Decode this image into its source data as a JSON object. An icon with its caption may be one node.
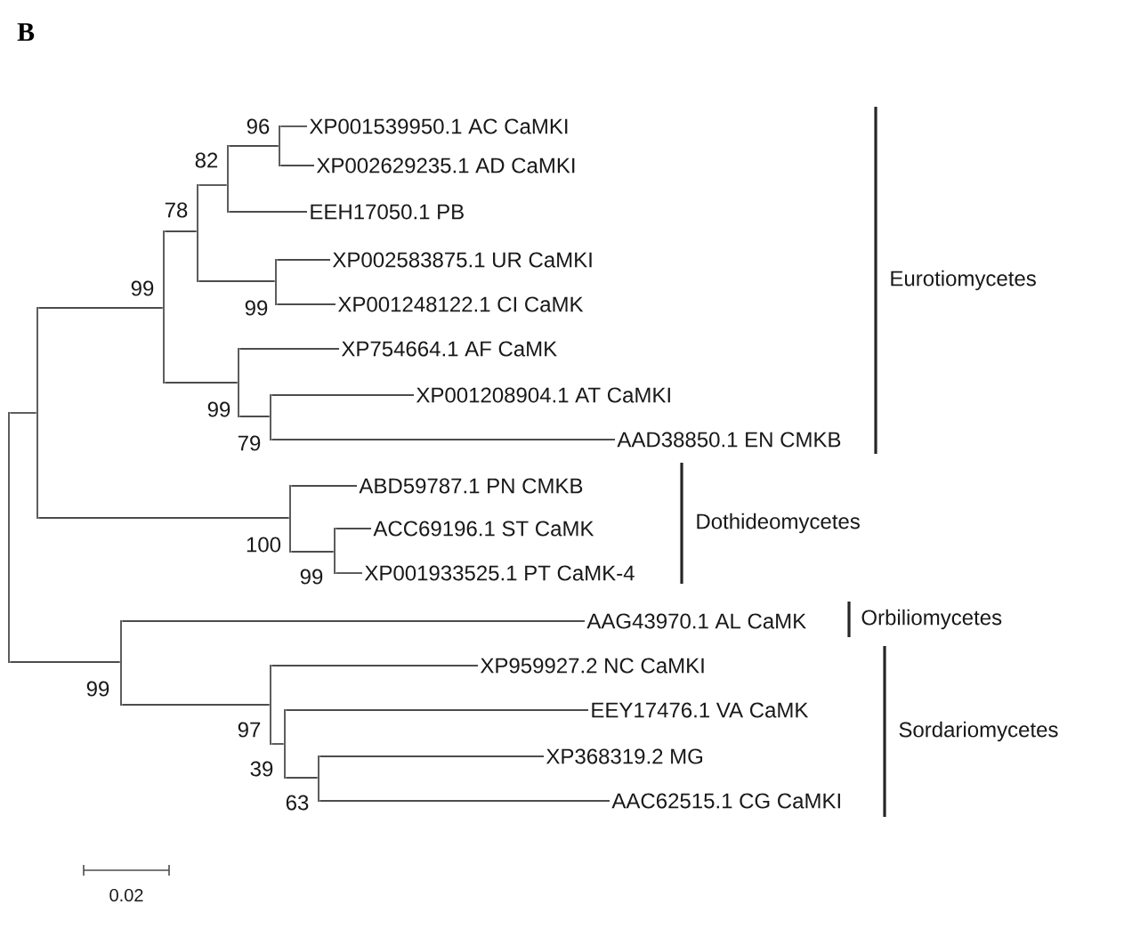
{
  "diagram": {
    "title": "B",
    "nodes": [
      {
        "text": [],
        "shape": "bar"
      },
      {
        "text": [],
        "shape": "bar"
      },
      {
        "text": [],
        "shape": "bar",
        "beside": [
          "99"
        ]
      },
      {
        "text": [],
        "shape": "bar",
        "beside": [
          "78"
        ]
      },
      {
        "text": [],
        "shape": "bar",
        "beside": [
          "82"
        ]
      },
      {
        "text": [],
        "shape": "bar",
        "beside": [
          "96"
        ]
      },
      {
        "text": [
          "XP001539950.1 AC CaMKI"
        ]
      },
      {
        "text": [
          "XP002629235.1 AD CaMKI"
        ]
      },
      {
        "text": [
          "EEH17050.1 PB"
        ]
      },
      {
        "text": [],
        "shape": "bar",
        "beside": [
          "99"
        ]
      },
      {
        "text": [
          "XP002583875.1 UR CaMKI"
        ]
      },
      {
        "text": [
          "XP001248122.1 CI CaMK"
        ]
      },
      {
        "text": [],
        "shape": "bar",
        "beside": [
          "99"
        ]
      },
      {
        "text": [
          "XP754664.1 AF CaMK"
        ]
      },
      {
        "text": [],
        "shape": "bar",
        "beside": [
          "79"
        ]
      },
      {
        "text": [
          "XP001208904.1 AT CaMKI"
        ]
      },
      {
        "text": [
          "AAD38850.1 EN CMKB"
        ]
      },
      {
        "text": [],
        "shape": "bar",
        "beside": [
          "100"
        ]
      },
      {
        "text": [
          "ABD59787.1 PN CMKB"
        ]
      },
      {
        "text": [],
        "shape": "bar",
        "beside": [
          "99"
        ]
      },
      {
        "text": [
          "ACC69196.1 ST CaMK"
        ]
      },
      {
        "text": [
          "XP001933525.1 PT CaMK-4"
        ]
      },
      {
        "text": [],
        "shape": "bar",
        "beside": [
          "99"
        ]
      },
      {
        "text": [
          "AAG43970.1 AL CaMK"
        ]
      },
      {
        "text": [],
        "shape": "bar",
        "beside": [
          "97"
        ]
      },
      {
        "text": [
          "XP959927.2 NC CaMKI"
        ]
      },
      {
        "text": [],
        "shape": "bar",
        "beside": [
          "39"
        ]
      },
      {
        "text": [
          "EEY17476.1 VA CaMK"
        ]
      },
      {
        "text": [],
        "shape": "bar",
        "beside": [
          "63"
        ]
      },
      {
        "text": [
          "XP368319.2 MG"
        ]
      },
      {
        "text": [
          "AAC62515.1 CG CaMKI"
        ]
      }
    ],
    "edges": [
      {
        "from": 0,
        "to": 1,
        "arrow": "none"
      },
      {
        "from": 1,
        "to": 2,
        "arrow": "none"
      },
      {
        "from": 2,
        "to": 3,
        "arrow": "none"
      },
      {
        "from": 3,
        "to": 4,
        "arrow": "none"
      },
      {
        "from": 4,
        "to": 5,
        "arrow": "none"
      },
      {
        "from": 5,
        "to": 6,
        "arrow": "none"
      },
      {
        "from": 5,
        "to": 7,
        "arrow": "none"
      },
      {
        "from": 4,
        "to": 8,
        "arrow": "none"
      },
      {
        "from": 3,
        "to": 9,
        "arrow": "none"
      },
      {
        "from": 9,
        "to": 10,
        "arrow": "none"
      },
      {
        "from": 9,
        "to": 11,
        "arrow": "none"
      },
      {
        "from": 2,
        "to": 12,
        "arrow": "none"
      },
      {
        "from": 12,
        "to": 13,
        "arrow": "none"
      },
      {
        "from": 12,
        "to": 14,
        "arrow": "none"
      },
      {
        "from": 14,
        "to": 15,
        "arrow": "none"
      },
      {
        "from": 14,
        "to": 16,
        "arrow": "none"
      },
      {
        "from": 1,
        "to": 17,
        "arrow": "none"
      },
      {
        "from": 17,
        "to": 18,
        "arrow": "none"
      },
      {
        "from": 17,
        "to": 19,
        "arrow": "none"
      },
      {
        "from": 19,
        "to": 20,
        "arrow": "none"
      },
      {
        "from": 19,
        "to": 21,
        "arrow": "none"
      },
      {
        "from": 0,
        "to": 22,
        "arrow": "none"
      },
      {
        "from": 22,
        "to": 23,
        "arrow": "none"
      },
      {
        "from": 22,
        "to": 24,
        "arrow": "none"
      },
      {
        "from": 24,
        "to": 25,
        "arrow": "none"
      },
      {
        "from": 24,
        "to": 26,
        "arrow": "none"
      },
      {
        "from": 26,
        "to": 27,
        "arrow": "none"
      },
      {
        "from": 26,
        "to": 28,
        "arrow": "none"
      },
      {
        "from": 28,
        "to": 29,
        "arrow": "none"
      },
      {
        "from": 28,
        "to": 30,
        "arrow": "none"
      }
    ],
    "labels": [
      "Eurotiomycetes",
      "Dothideomycetes",
      "Orbiliomycetes",
      "Sordariomycetes",
      "0.02"
    ]
  }
}
